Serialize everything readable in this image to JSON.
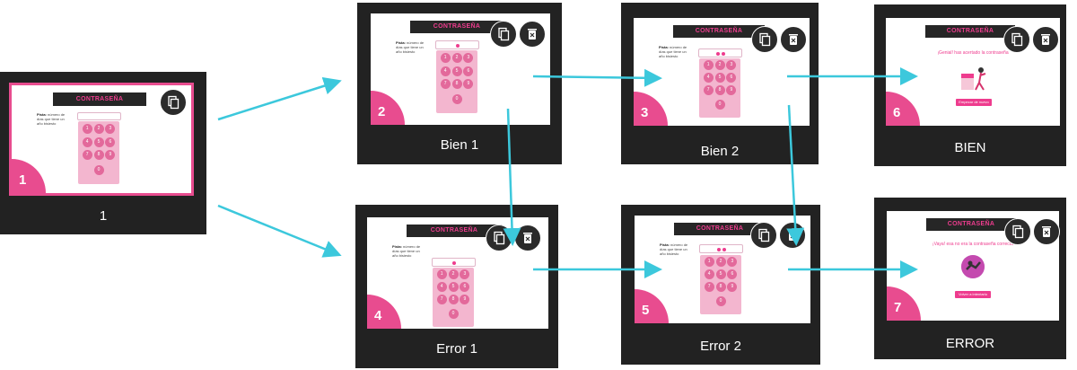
{
  "colors": {
    "accent": "#ee3c8e",
    "arrow": "#3cc8dc",
    "frame": "#222222"
  },
  "slide_title": "CONTRASEÑA",
  "hint": {
    "bold": "Pista:",
    "text": "número de días que tiene un año bisiesto"
  },
  "keypad_keys": [
    "1",
    "2",
    "3",
    "4",
    "5",
    "6",
    "7",
    "8",
    "9",
    "0"
  ],
  "cards": [
    {
      "number": "1",
      "caption": "1"
    },
    {
      "number": "2",
      "caption": "Bien  1"
    },
    {
      "number": "3",
      "caption": "Bien  2"
    },
    {
      "number": "6",
      "caption": "BIEN",
      "message": "¡Genial! has acertado la contraseña",
      "button": "Empezar de nuevo"
    },
    {
      "number": "4",
      "caption": "Error 1"
    },
    {
      "number": "5",
      "caption": "Error 2"
    },
    {
      "number": "7",
      "caption": "ERROR",
      "message": "¡Vaya! esa no era la contraseña correcta",
      "button": "Volver a intentarlo"
    }
  ],
  "icons": [
    "copy-icon",
    "delete-icon"
  ]
}
